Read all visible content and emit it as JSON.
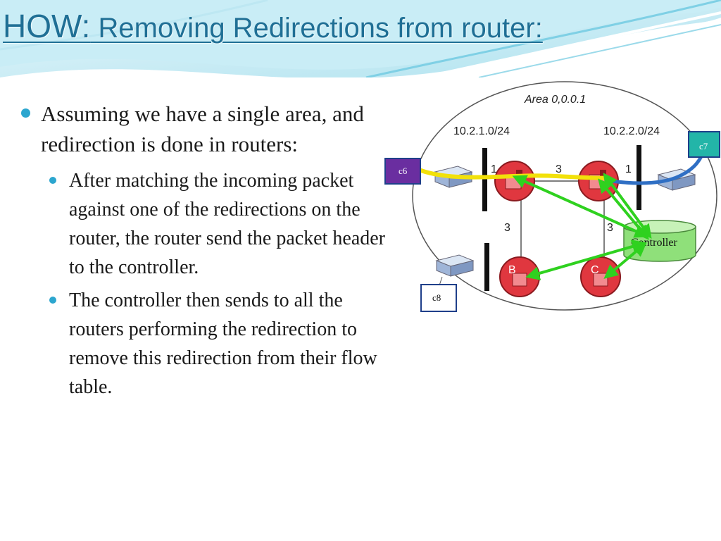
{
  "slide": {
    "title_lead": "HOW:",
    "title_rest": " Removing Redirections from router:"
  },
  "bullets": {
    "main": "Assuming we have a single area, and redirection is done in routers:",
    "sub": [
      "After matching the incoming packet against one of the redirections on the router, the router send the packet header to the controller.",
      "The controller then sends to all the routers performing the redirection to remove this redirection from their flow table."
    ]
  },
  "diagram": {
    "area_label": "Area  0,0.0.1",
    "subnet_left": "10.2.1.0/24",
    "subnet_right": "10.2.2.0/24",
    "link_top": "3",
    "link_left": "3",
    "link_right": "3",
    "port_left": "1",
    "port_right": "1",
    "router_b": "B",
    "router_c": "C",
    "controller": "Controller",
    "host_c6": "c6",
    "host_c7": "c7",
    "host_c8": "c8",
    "colors": {
      "arrows": "#2fd11f",
      "path_yellow": "#f2e10a",
      "path_blue": "#2f6fc4",
      "router_fill": "#e0373f",
      "controller_fill": "#8fe07a",
      "host_c6": "#6a2ea0",
      "host_c7": "#23b5a8",
      "host_c8": "#ffffff"
    }
  }
}
